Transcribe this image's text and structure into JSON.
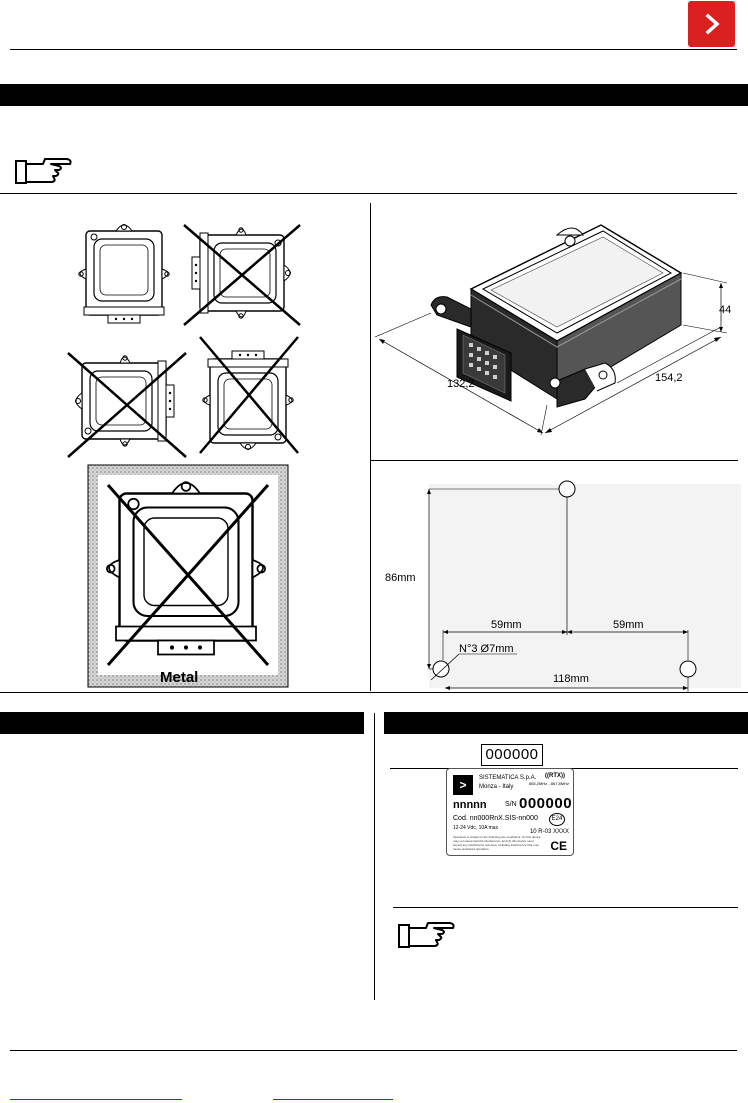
{
  "header": {
    "logo_glyph": ">",
    "logo_color": "#d9201e"
  },
  "section_top": {
    "note_icon": "pointing-hand-icon"
  },
  "install_panel": {
    "metal_label": "Metal"
  },
  "dimensions": {
    "length": "132,2",
    "width": "154,2",
    "height": "44"
  },
  "mounting": {
    "vertical": "86mm",
    "half_left": "59mm",
    "half_right": "59mm",
    "holes": "N°3 Ø7mm",
    "total": "118mm"
  },
  "label_section": {
    "serial_value": "000000",
    "plate": {
      "logo_glyph": ">",
      "company": "SISTEMATICA S.p.A.",
      "city": "Monza - Italy",
      "rtx": "((RTX))",
      "frequency": "865,2MHz - 867,8MHz",
      "model": "nnnnn",
      "sn_label": "S/N",
      "sn_value": "000000",
      "cod": "Cod. nn000RnX.SIS-nn000",
      "voltage": "12-24 Vdc, 10A max",
      "e_mark": "E24",
      "approval": "10 R-03 XXXX",
      "fine_print": "Operation is subject to the following two conditions: (1) this device may not cause harmful interference, and (2) this device must accept any interference received, including interference that may cause undesired operation.",
      "ce_mark": "CE"
    },
    "note_icon": "pointing-hand-icon"
  },
  "colors": {
    "brand_red": "#d9201e",
    "link_blue": "#1a3fc4"
  }
}
